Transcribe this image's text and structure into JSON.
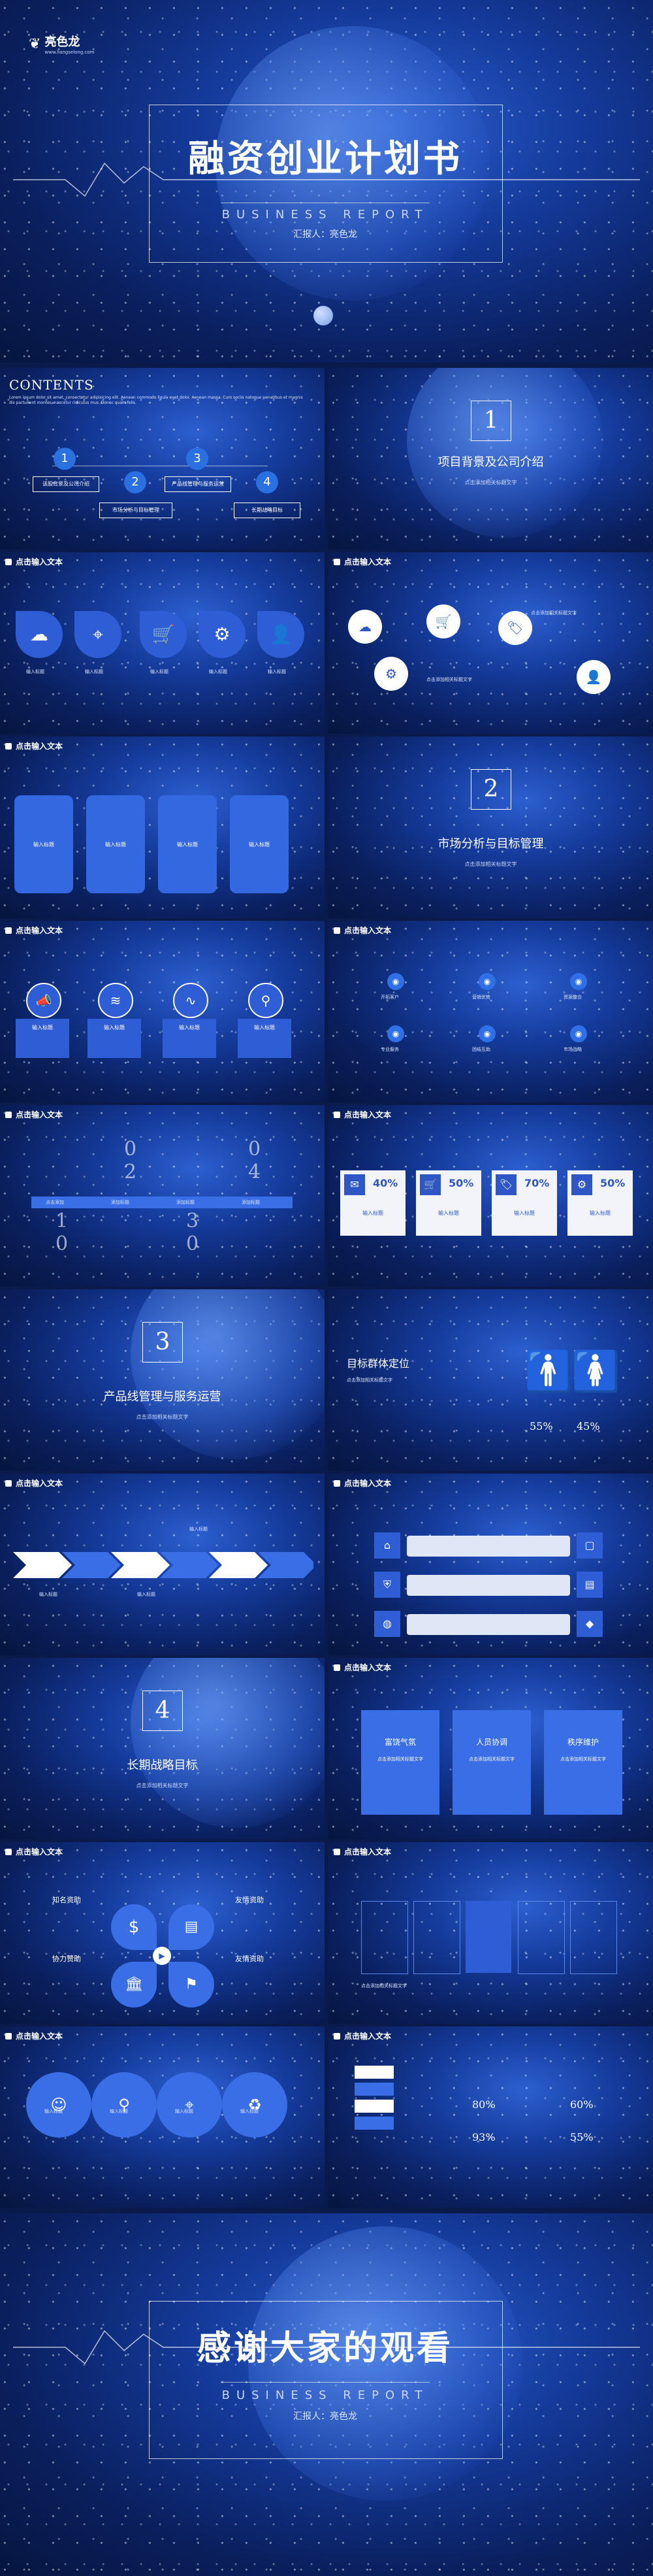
{
  "brand": {
    "logo_text": "亮色龙",
    "logo_sub": "www.liangselong.com"
  },
  "cover": {
    "title": "融资创业计划书",
    "subtitle": "BUSINESS  REPORT",
    "reporter": "汇报人：亮色龙"
  },
  "contents": {
    "title": "CONTENTS",
    "desc": "Lorem ipsum dolor sit amet, consectetur adipisicing elit. Aenean commodo ligula eget dolor. Aenean massa. Cum sociis natoque penatibus et magnis dis parturient montes, nascetur ridiculus mus. Donec quam felis.",
    "items": [
      {
        "n": "1",
        "label": "该股背景及公司介绍"
      },
      {
        "n": "2",
        "label": "市场分析与目标管理"
      },
      {
        "n": "3",
        "label": "产品线管理与服务运营"
      },
      {
        "n": "4",
        "label": "长期战略目标"
      }
    ]
  },
  "section1": {
    "num": "1",
    "title": "项目背景及公司介绍",
    "sub": "点击添加相关标题文字"
  },
  "section2": {
    "num": "2",
    "title": "市场分析与目标管理",
    "sub": "点击添加相关标题文字"
  },
  "section3": {
    "num": "3",
    "title": "产品线管理与服务运营",
    "sub": "点击添加相关标题文字"
  },
  "section4": {
    "num": "4",
    "title": "长期战略目标",
    "sub": "点击添加相关标题文字"
  },
  "header_text": "点击输入文本",
  "input_title": "输入标题",
  "small_text": "点击添加相关标题文字",
  "percents": [
    "40%",
    "50%",
    "70%",
    "50%"
  ],
  "timeline_nums": [
    "0",
    "1",
    "0",
    "2",
    "0",
    "3",
    "0",
    "4"
  ],
  "timeline_labels": [
    "点击添加",
    "添加标题",
    "添加标题",
    "添加标题"
  ],
  "grid_labels": [
    "开拓客户",
    "营销优势",
    "资源整合",
    "专业服务",
    "团结互助",
    "市场战略"
  ],
  "target": {
    "title": "目标群体定位",
    "male": "55%",
    "female": "45%"
  },
  "cards3": [
    "富饶气氛",
    "人员协调",
    "秩序维护"
  ],
  "support": [
    "知名资助",
    "友情资助",
    "协力赞助",
    "友情资助"
  ],
  "percents2": [
    "80%",
    "60%",
    "93%",
    "55%"
  ],
  "thanks": {
    "title": "感谢大家的观看",
    "subtitle": "BUSINESS  REPORT",
    "reporter": "汇报人：亮色龙"
  }
}
